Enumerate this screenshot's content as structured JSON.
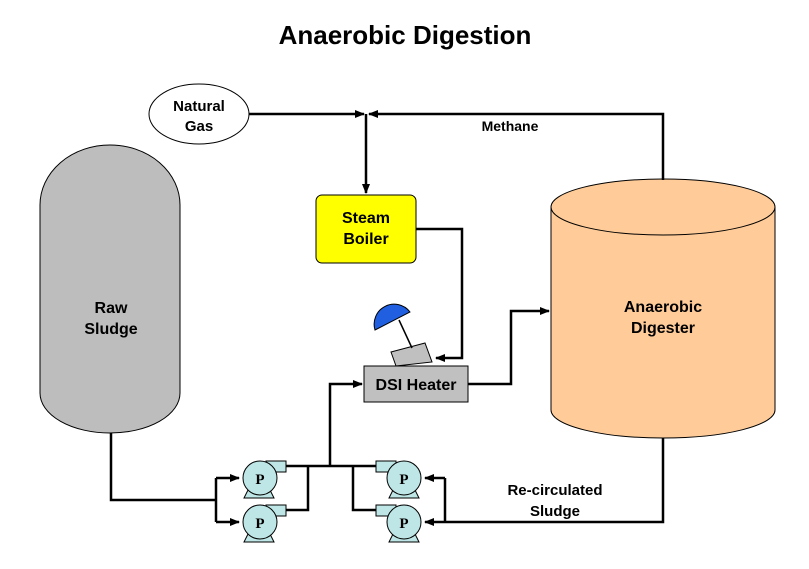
{
  "title": "Anaerobic Digestion",
  "nodes": {
    "natural_gas": {
      "line1": "Natural",
      "line2": "Gas"
    },
    "raw_sludge": {
      "line1": "Raw",
      "line2": "Sludge"
    },
    "steam_boiler": {
      "line1": "Steam",
      "line2": "Boiler"
    },
    "dsi_heater": {
      "label": "DSI Heater"
    },
    "digester": {
      "line1": "Anaerobic",
      "line2": "Digester"
    }
  },
  "flows": {
    "methane": "Methane",
    "recirculated_line1": "Re-circulated",
    "recirculated_line2": "Sludge"
  },
  "pumps": [
    "P",
    "P",
    "P",
    "P"
  ],
  "colors": {
    "raw_sludge": "#bdbdbd",
    "boiler": "#ffff00",
    "heater": "#c0c0c0",
    "digester": "#ffcc99",
    "pump": "#bfe6e6",
    "valve": "#1f5fe0"
  }
}
